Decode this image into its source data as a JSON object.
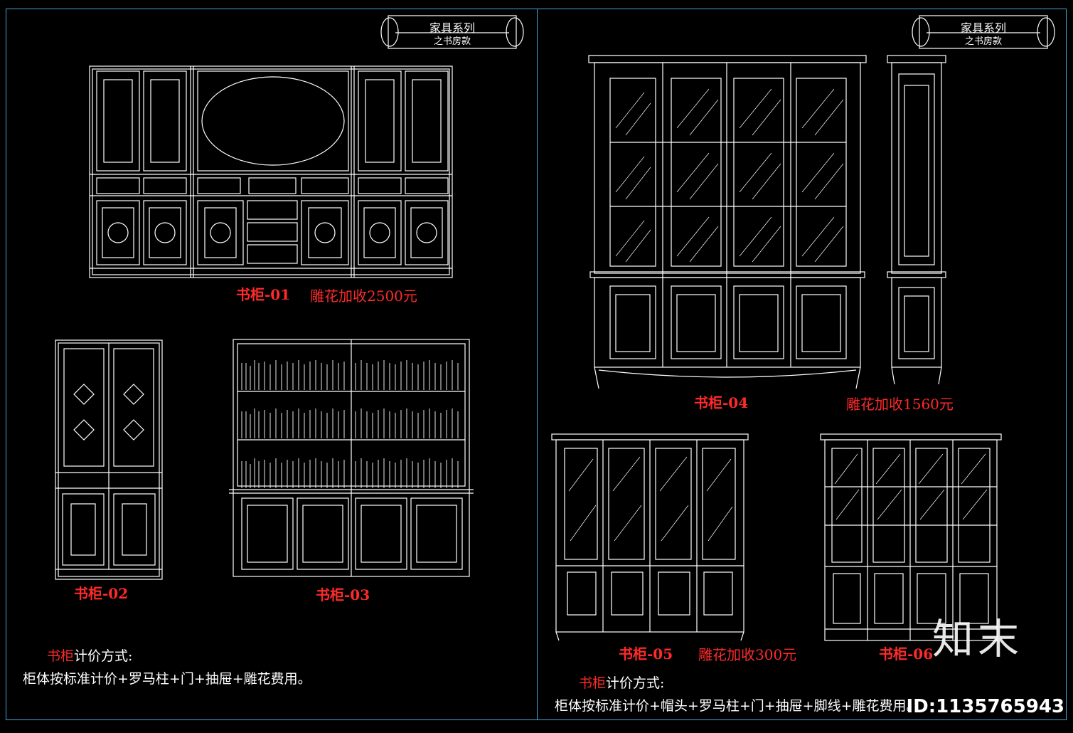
{
  "stamps": [
    {
      "line1": "家具系列",
      "line2": "之书房款"
    },
    {
      "line1": "家具系列",
      "line2": "之书房款"
    }
  ],
  "labels": {
    "c01": "书柜-01",
    "c01_note": "雕花加收2500元",
    "c02": "书柜-02",
    "c03": "书柜-03",
    "c04": "书柜-04",
    "c04_note": "雕花加收1560元",
    "c05": "书柜-05",
    "c05_note": "雕花加收300元",
    "c06": "书柜-06"
  },
  "pricing_left": {
    "head_red": "书柜",
    "head_rest": "计价方式:",
    "body": "柜体按标准计价+罗马柱+门+抽屉+雕花费用。"
  },
  "pricing_right": {
    "head_red": "书柜",
    "head_rest": "计价方式:",
    "body": "柜体按标准计价+帽头+罗马柱+门+抽屉+脚线+雕花费用。"
  },
  "watermark": {
    "brand": "知末",
    "id": "ID:1135765943"
  },
  "colors": {
    "background": "#000000",
    "line": "#ffffff",
    "label": "#ff2a2a",
    "frame": "#4aa3d8"
  }
}
